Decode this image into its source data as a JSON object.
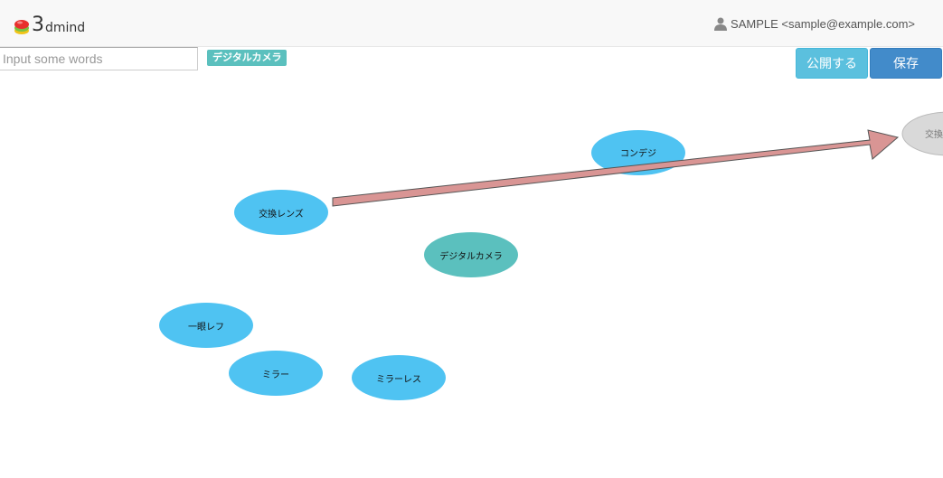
{
  "brand": {
    "number": "3",
    "name": "dmind"
  },
  "user": {
    "label": "SAMPLE <sample@example.com>",
    "icon": "user-icon"
  },
  "search": {
    "placeholder": "Input some words",
    "value": ""
  },
  "tag": {
    "label": "デジタルカメラ"
  },
  "toolbar": {
    "publish_label": "公開する",
    "save_label": "保存"
  },
  "colors": {
    "node_blue": "#4fc3f2",
    "node_teal": "#5bc0be",
    "node_selected": "#d9d9d9",
    "arrow_fill": "#d99594",
    "publish": "#5bc0de",
    "save": "#428bca"
  },
  "mindmap": {
    "nodes": [
      {
        "id": "condeji",
        "label": "コンデジ",
        "color": "blue"
      },
      {
        "id": "lens",
        "label": "交換レンズ",
        "color": "blue"
      },
      {
        "id": "digicam",
        "label": "デジタルカメラ",
        "color": "teal"
      },
      {
        "id": "ichigan",
        "label": "一眼レフ",
        "color": "blue"
      },
      {
        "id": "mirror",
        "label": "ミラー",
        "color": "blue"
      },
      {
        "id": "mirrorless",
        "label": "ミラーレス",
        "color": "blue"
      },
      {
        "id": "lens-drag",
        "label": "交換レンズ",
        "color": "gray"
      }
    ]
  }
}
